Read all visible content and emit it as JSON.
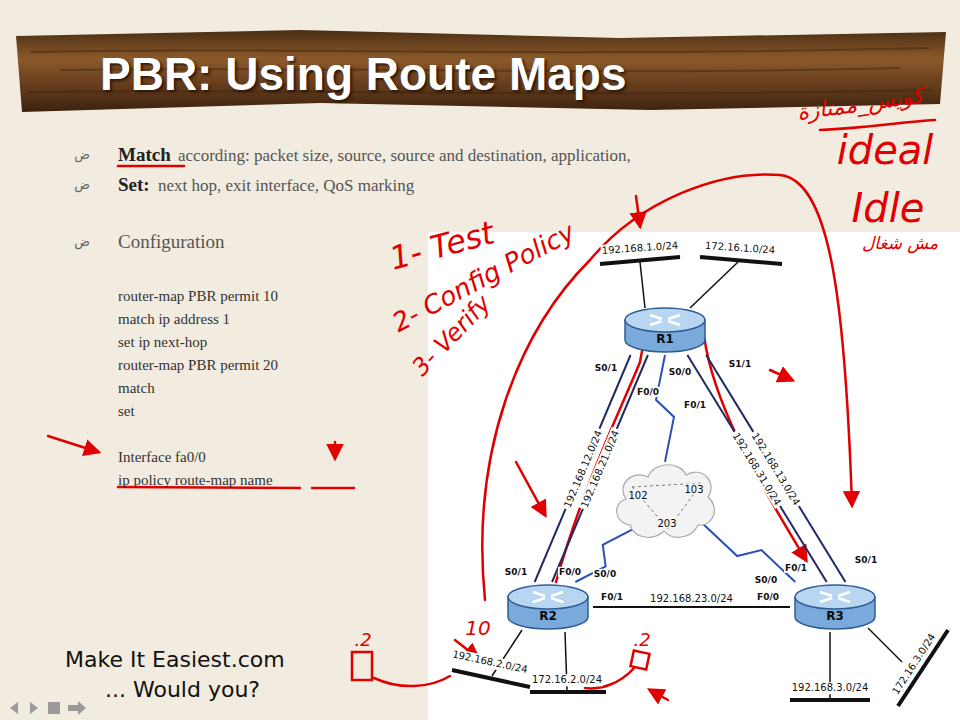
{
  "diagram": {
    "title": "PBR: Using Route Maps",
    "nodes": [
      {
        "text": [
          "R1"
        ]
      },
      {
        "text": [
          "102",
          "103",
          "203"
        ]
      },
      {
        "text": [
          "R2"
        ]
      },
      {
        "text": [
          "R3"
        ]
      }
    ],
    "edges": [
      {
        "from": 0,
        "to": 2,
        "arrow": "none",
        "label": "192.168.12.0/24"
      },
      {
        "from": 0,
        "to": 2,
        "arrow": "none",
        "label": "192.168.21.0/24"
      },
      {
        "from": 0,
        "to": 3,
        "arrow": "none",
        "label": "192.168.13.0/24"
      },
      {
        "from": 0,
        "to": 3,
        "arrow": "none",
        "label": "192.168.31.0/24"
      },
      {
        "from": 2,
        "to": 3,
        "arrow": "none",
        "label": "192.168.23.0/24"
      },
      {
        "from": 0,
        "to": 1,
        "arrow": "none"
      },
      {
        "from": 2,
        "to": 1,
        "arrow": "none"
      },
      {
        "from": 3,
        "to": 1,
        "arrow": "none"
      }
    ],
    "labels": [
      "ض",
      "Match",
      "according: packet size, source, source and destination, application,",
      "ض",
      "Set:",
      "next hop, exit interface, QoS marking",
      "ض",
      "Configuration",
      "router-map PBR permit 10",
      "match ip address 1",
      "set ip next-hop",
      "router-map PBR permit 20",
      "match",
      "set",
      "Interface fa0/0",
      "ip policy route-map name",
      "192.168.1.0/24",
      "172.16.1.0/24",
      "192.168.2.0/24",
      "172.16.2.0/24",
      "192.168.3.0/24",
      "172.16.3.0/24",
      "S0/1",
      "F0/0",
      "S0/0",
      "F0/1",
      "S1/1",
      "S0/1",
      "F0/0",
      "S0/0",
      "F0/1",
      "F0/1",
      "S0/1",
      "S0/0",
      "F0/0",
      "Make It Easiest.com",
      "... Would you?",
      "كويس_ممتازة",
      "ideal",
      "Idle",
      "مش شغال",
      "1- Test",
      "2- Config Policy",
      "3- Verify",
      ".2",
      "10",
      ".2"
    ]
  }
}
